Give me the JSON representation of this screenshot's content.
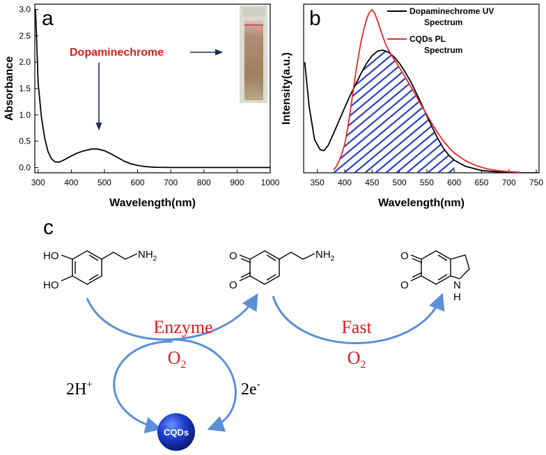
{
  "colors": {
    "red": "#e8262b",
    "annotation_red": "#d81e1e",
    "arrow_blue": "#5b8fd6",
    "hatch_blue": "#2b3fc4",
    "navy_arrow": "#1f2a5a"
  },
  "chart_data": [
    {
      "type": "line",
      "panel": "a",
      "xlabel": "Wavelength(nm)",
      "ylabel": "Absorbance",
      "xlim": [
        290,
        1000
      ],
      "ylim": [
        -0.1,
        3.1
      ],
      "xticks": [
        300,
        400,
        500,
        600,
        700,
        800,
        900,
        1000
      ],
      "xtick_labels": [
        "300",
        "400",
        "500",
        "600",
        "700",
        "800",
        "900",
        "1000"
      ],
      "yticks": [
        0.0,
        0.5,
        1.0,
        1.5,
        2.0,
        2.5,
        3.0
      ],
      "ytick_labels": [
        "0.0",
        "0.5",
        "1.0",
        "1.5",
        "2.0",
        "2.5",
        "3.0"
      ],
      "annotation": "Dopaminechrome",
      "inset": "cuvette-photo",
      "series": [
        {
          "color": "#000000",
          "x": [
            292,
            300,
            310,
            320,
            330,
            340,
            350,
            360,
            370,
            380,
            400,
            420,
            440,
            460,
            470,
            480,
            500,
            520,
            540,
            560,
            580,
            600,
            620,
            640,
            660,
            700,
            800,
            900,
            1000
          ],
          "y": [
            3.0,
            1.6,
            0.95,
            0.55,
            0.3,
            0.17,
            0.11,
            0.1,
            0.12,
            0.15,
            0.22,
            0.28,
            0.32,
            0.35,
            0.355,
            0.35,
            0.32,
            0.26,
            0.19,
            0.12,
            0.07,
            0.04,
            0.02,
            0.01,
            0.005,
            0.0,
            0.0,
            0.0,
            0.0
          ]
        }
      ]
    },
    {
      "type": "line",
      "panel": "b",
      "xlabel": "Wavelength(nm)",
      "ylabel": "Intensity(a.u.)",
      "xlim": [
        325,
        755
      ],
      "ylim": [
        0,
        3.05
      ],
      "xticks": [
        350,
        400,
        450,
        500,
        550,
        600,
        650,
        700,
        750
      ],
      "xtick_labels": [
        "350",
        "400",
        "450",
        "500",
        "550",
        "600",
        "650",
        "700",
        "750"
      ],
      "legend_position": "top-right",
      "series": [
        {
          "name": "Dopaminechrome UV Spectrum",
          "legend_lines": [
            "Dopaminechrome UV",
            "Spectrum"
          ],
          "color": "#000000",
          "x": [
            327,
            335,
            345,
            355,
            362,
            370,
            380,
            390,
            400,
            410,
            420,
            430,
            440,
            450,
            460,
            470,
            480,
            490,
            500,
            510,
            520,
            530,
            540,
            550,
            560,
            570,
            580,
            590,
            600,
            620,
            650,
            700,
            755
          ],
          "y": [
            2.0,
            1.2,
            0.6,
            0.42,
            0.4,
            0.5,
            0.72,
            0.95,
            1.18,
            1.4,
            1.6,
            1.8,
            1.98,
            2.12,
            2.2,
            2.22,
            2.18,
            2.1,
            1.98,
            1.83,
            1.66,
            1.46,
            1.25,
            1.03,
            0.82,
            0.62,
            0.45,
            0.32,
            0.23,
            0.12,
            0.04,
            0.0,
            0.0
          ]
        },
        {
          "name": "CQDs PL Spectrum",
          "legend_lines": [
            "CQDs PL",
            "Spectrum"
          ],
          "color": "#e8262b",
          "x": [
            380,
            385,
            390,
            395,
            400,
            405,
            410,
            415,
            420,
            425,
            430,
            435,
            440,
            445,
            450,
            455,
            460,
            465,
            470,
            475,
            480,
            490,
            500,
            510,
            520,
            530,
            540,
            550,
            560,
            570,
            580,
            590,
            600,
            620,
            640,
            660,
            680,
            700,
            720
          ],
          "y": [
            0.05,
            0.12,
            0.22,
            0.35,
            0.52,
            0.78,
            1.1,
            1.45,
            1.8,
            2.1,
            2.38,
            2.6,
            2.78,
            2.9,
            2.95,
            2.88,
            2.75,
            2.6,
            2.45,
            2.32,
            2.22,
            2.06,
            1.9,
            1.74,
            1.57,
            1.4,
            1.22,
            1.05,
            0.88,
            0.72,
            0.58,
            0.46,
            0.36,
            0.22,
            0.13,
            0.07,
            0.04,
            0.02,
            0.01
          ]
        }
      ]
    }
  ],
  "scheme": {
    "panel_label": "c",
    "dopamine": {
      "ho_top": "HO",
      "ho_bottom": "HO",
      "amine": "NH",
      "amine_sub": "2"
    },
    "dopaminequinone": {
      "o_top": "O",
      "o_bottom": "O",
      "amine": "NH",
      "amine_sub": "2"
    },
    "dopaminechrome": {
      "o_top": "O",
      "o_bottom": "O",
      "n": "N",
      "h": "H"
    },
    "step1": {
      "label": "Enzyme",
      "reagent": "O",
      "reagent_sub": "2"
    },
    "step2": {
      "label": "Fast",
      "reagent": "O",
      "reagent_sub": "2"
    },
    "left_product": {
      "text": "2H",
      "sup": "+"
    },
    "right_product": {
      "text": "2e",
      "sup": "-"
    },
    "sphere_label": "CQDs"
  }
}
